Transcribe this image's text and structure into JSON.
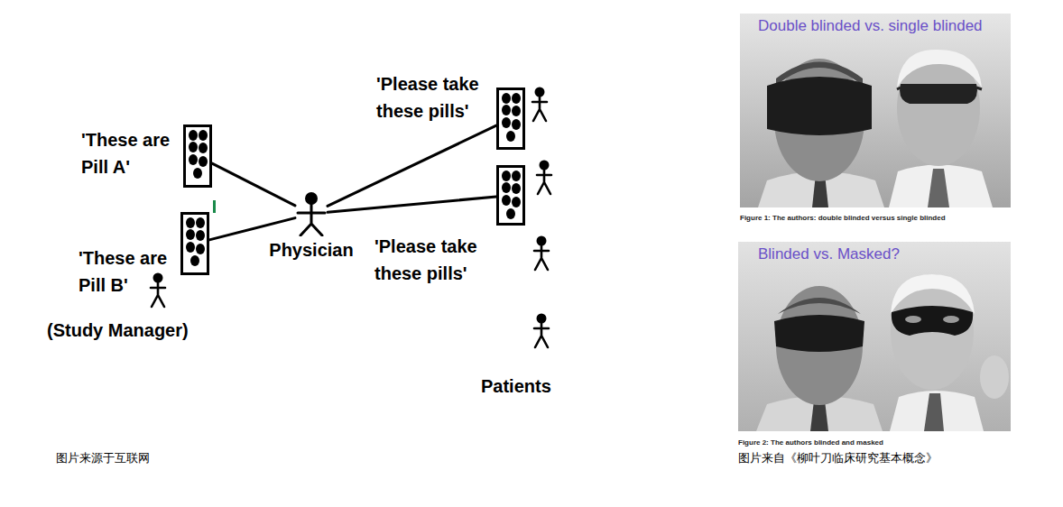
{
  "diagram": {
    "nodes": [
      {
        "text": [
          "'These are Pill A'"
        ]
      },
      {
        "text": [
          "'These are Pill B'"
        ]
      },
      {
        "text": [
          "Physician"
        ]
      },
      {
        "text": [
          "'Please take these pills'"
        ]
      },
      {
        "text": [
          "'Please take these pills'"
        ]
      }
    ],
    "edges": [
      {
        "from": 0,
        "to": 2,
        "arrow": "none"
      },
      {
        "from": 1,
        "to": 2,
        "arrow": "none"
      },
      {
        "from": 2,
        "to": 3,
        "arrow": "none"
      },
      {
        "from": 2,
        "to": 4,
        "arrow": "none"
      }
    ],
    "labels": [
      "(Study Manager)",
      "Patients",
      "图片来源于互联网",
      "Double blinded vs. single blinded",
      "Figure 1: The authors: double blinded versus single blinded",
      "Blinded vs. Masked?",
      "Figure 2: The authors blinded and masked",
      "图片来自《柳叶刀临床研究基本概念》"
    ]
  }
}
